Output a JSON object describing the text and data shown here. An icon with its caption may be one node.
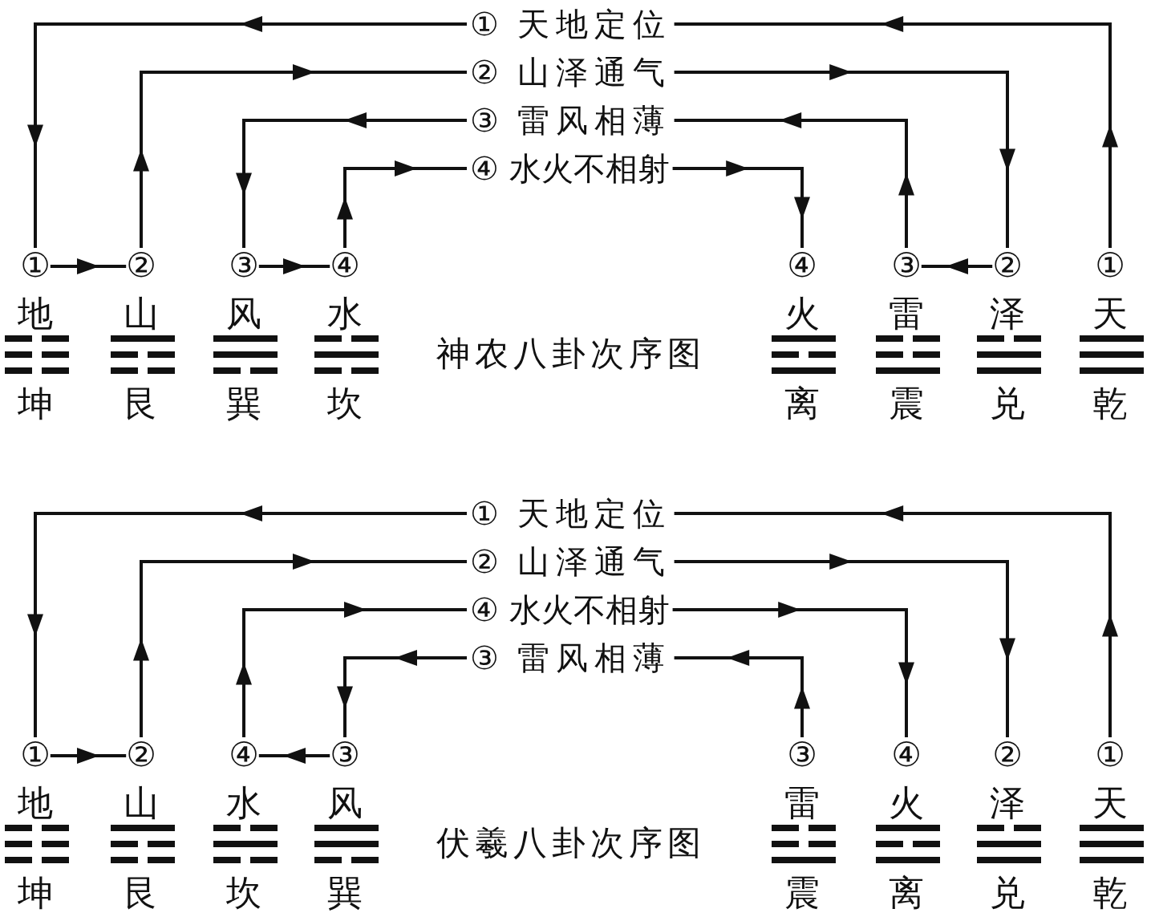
{
  "diagram": {
    "nodes": [
      {
        "text": [
          "① 天地定位"
        ]
      },
      {
        "text": [
          "② 山泽通气"
        ]
      },
      {
        "text": [
          "③ 雷风相薄"
        ]
      },
      {
        "text": [
          "④ 水火不相射"
        ]
      },
      {
        "text": [
          "①"
        ],
        "beside": [
          "地",
          "坤"
        ]
      },
      {
        "text": [
          "②"
        ],
        "beside": [
          "山",
          "艮"
        ]
      },
      {
        "text": [
          "③"
        ],
        "beside": [
          "风",
          "巽"
        ]
      },
      {
        "text": [
          "④"
        ],
        "beside": [
          "水",
          "坎"
        ]
      },
      {
        "text": [
          "④"
        ],
        "beside": [
          "火",
          "离"
        ]
      },
      {
        "text": [
          "③"
        ],
        "beside": [
          "雷",
          "震"
        ]
      },
      {
        "text": [
          "②"
        ],
        "beside": [
          "泽",
          "兑"
        ]
      },
      {
        "text": [
          "①"
        ],
        "beside": [
          "天",
          "乾"
        ]
      },
      {
        "text": [
          "① 天地定位"
        ]
      },
      {
        "text": [
          "② 山泽通气"
        ]
      },
      {
        "text": [
          "④ 水火不相射"
        ]
      },
      {
        "text": [
          "③ 雷风相薄"
        ]
      },
      {
        "text": [
          "①"
        ],
        "beside": [
          "地",
          "坤"
        ]
      },
      {
        "text": [
          "②"
        ],
        "beside": [
          "山",
          "艮"
        ]
      },
      {
        "text": [
          "④"
        ],
        "beside": [
          "水",
          "坎"
        ]
      },
      {
        "text": [
          "③"
        ],
        "beside": [
          "风",
          "巽"
        ]
      },
      {
        "text": [
          "③"
        ],
        "beside": [
          "雷",
          "震"
        ]
      },
      {
        "text": [
          "④"
        ],
        "beside": [
          "火",
          "离"
        ]
      },
      {
        "text": [
          "②"
        ],
        "beside": [
          "泽",
          "兑"
        ]
      },
      {
        "text": [
          "①"
        ],
        "beside": [
          "天",
          "乾"
        ]
      }
    ],
    "edges": [
      {
        "from": 11,
        "to": 0,
        "arrow": "to"
      },
      {
        "from": 0,
        "to": 4,
        "arrow": "to"
      },
      {
        "from": 5,
        "to": 1,
        "arrow": "to"
      },
      {
        "from": 1,
        "to": 10,
        "arrow": "to"
      },
      {
        "from": 9,
        "to": 2,
        "arrow": "to"
      },
      {
        "from": 2,
        "to": 6,
        "arrow": "to"
      },
      {
        "from": 7,
        "to": 3,
        "arrow": "to"
      },
      {
        "from": 3,
        "to": 8,
        "arrow": "to"
      },
      {
        "from": 4,
        "to": 5,
        "arrow": "to"
      },
      {
        "from": 6,
        "to": 7,
        "arrow": "to"
      },
      {
        "from": 10,
        "to": 9,
        "arrow": "to"
      },
      {
        "from": 23,
        "to": 12,
        "arrow": "to"
      },
      {
        "from": 12,
        "to": 16,
        "arrow": "to"
      },
      {
        "from": 17,
        "to": 13,
        "arrow": "to"
      },
      {
        "from": 13,
        "to": 22,
        "arrow": "to"
      },
      {
        "from": 18,
        "to": 14,
        "arrow": "to"
      },
      {
        "from": 14,
        "to": 21,
        "arrow": "to"
      },
      {
        "from": 20,
        "to": 15,
        "arrow": "to"
      },
      {
        "from": 15,
        "to": 19,
        "arrow": "to"
      },
      {
        "from": 16,
        "to": 17,
        "arrow": "to"
      },
      {
        "from": 19,
        "to": 18,
        "arrow": "to"
      }
    ],
    "labels": [
      "神农八卦次序图",
      "伏羲八卦次序图"
    ]
  }
}
